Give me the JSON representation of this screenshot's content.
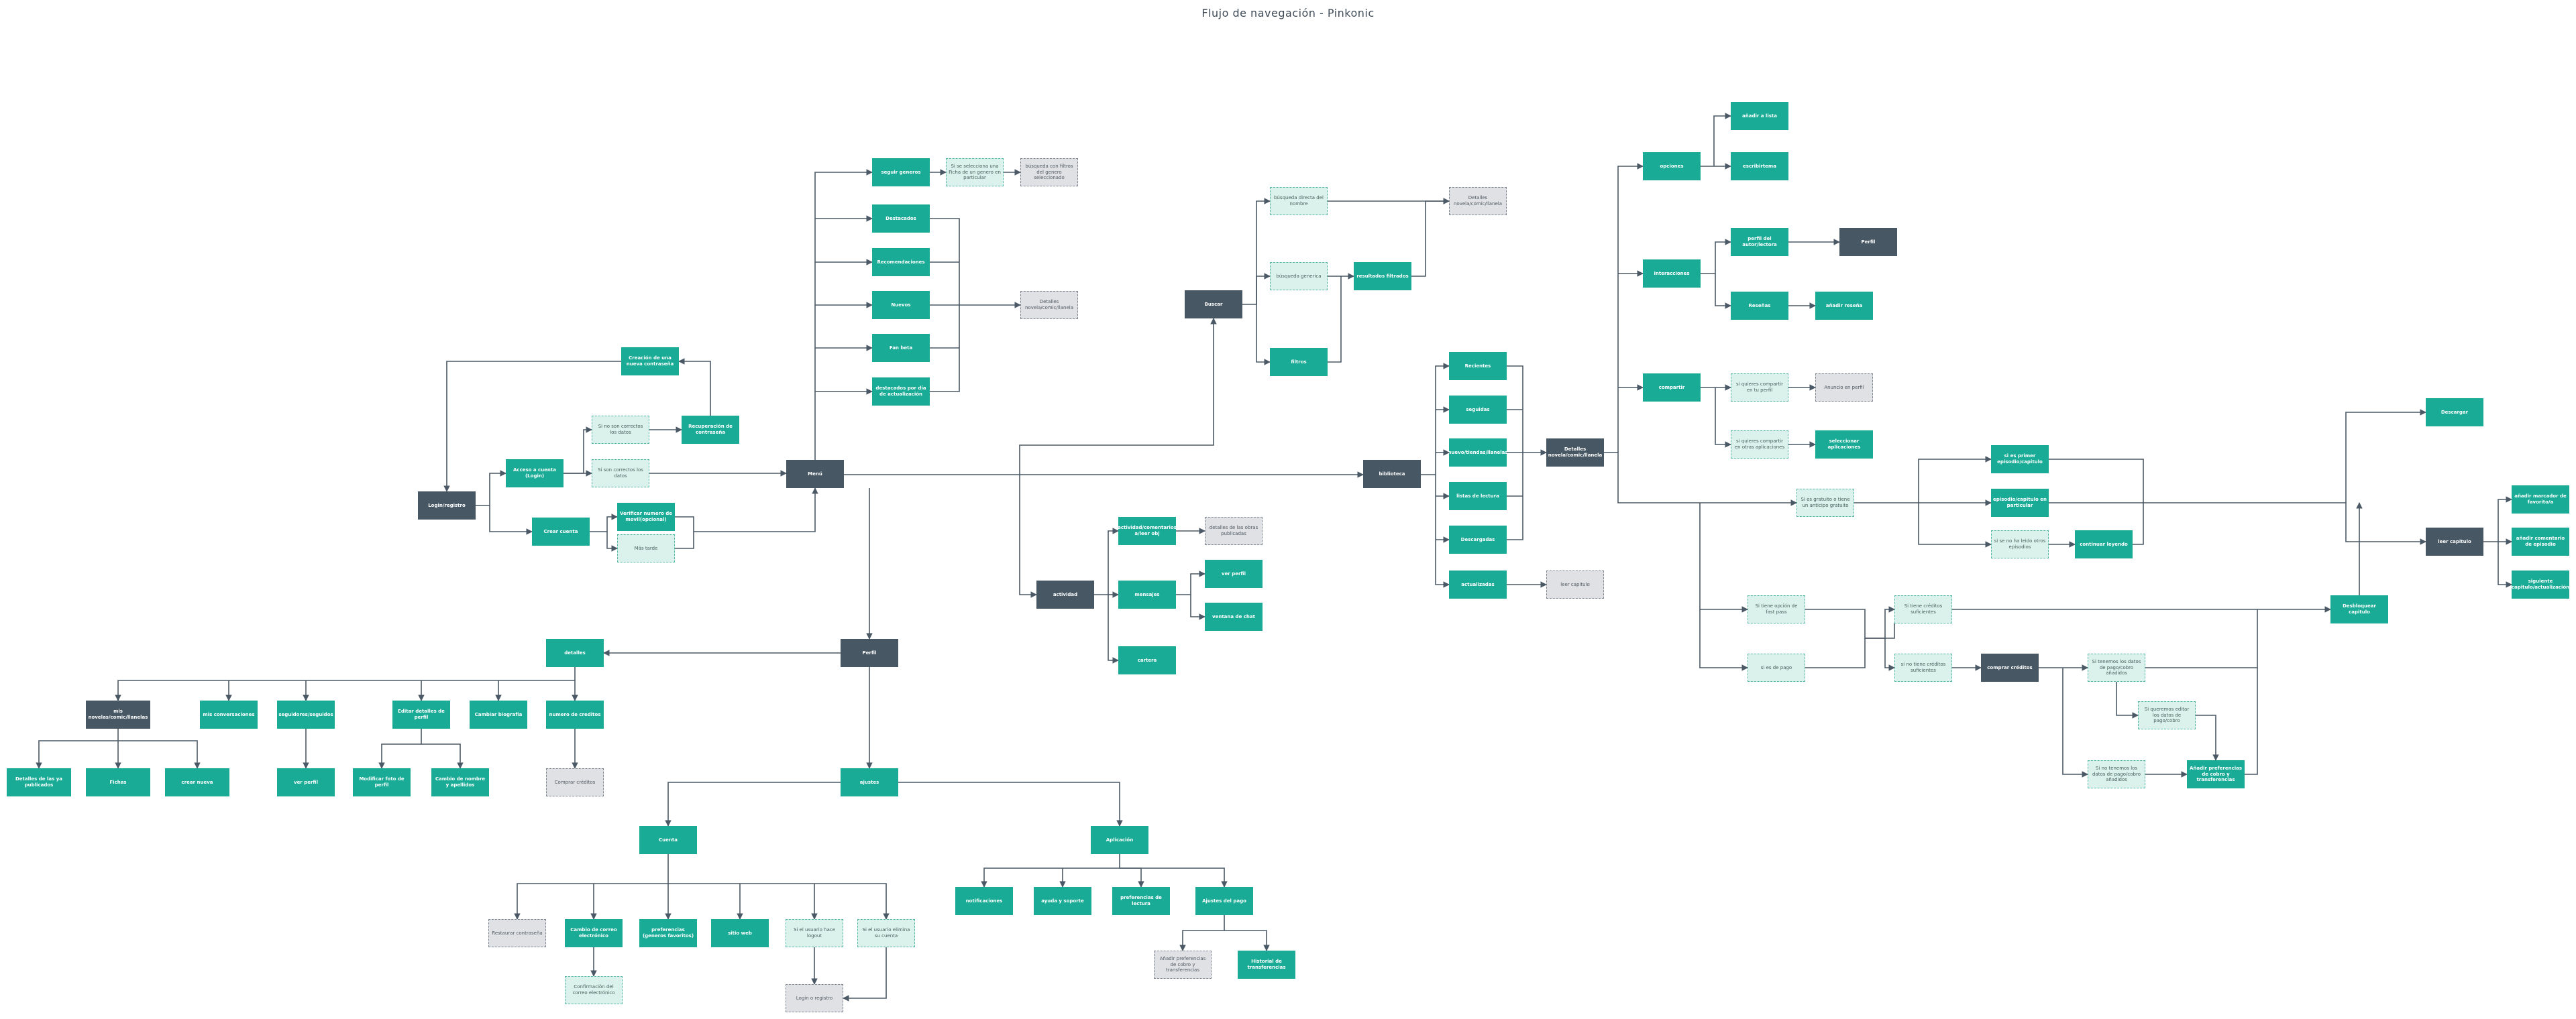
{
  "title": "Flujo de navegación - Pinkonic",
  "colors": {
    "teal": "#1aab97",
    "dark": "#475764",
    "light_teal": "#dbf1ec",
    "grey": "#dfe1e4",
    "edge": "#4b5865"
  },
  "nodes": {
    "logreg": "Login/registro",
    "crear_contra": "Creación de una nueva contraseña",
    "acceso": "Acceso a cuenta (Login)",
    "sinocorrecto": "Si no son correctos los datos",
    "recuperacion": "Recuperación de contraseña",
    "sicorrecto": "Si son correctos los datos",
    "crear_cuenta": "Crear cuenta",
    "verificar": "Verificar numero de movil(opcional)",
    "mastarde": "Más tarde",
    "menu": "Menú",
    "seguir_generos": "seguir generos",
    "si_selecciona": "Si se selecciona una Ficha de un genero en particular",
    "busqueda_filtros": "búsqueda con filtros del genero seleccionado",
    "destacados": "Destacados",
    "recomendaciones": "Recomendaciones",
    "nuevos": "Nuevos",
    "fan_beta": "Fan beta",
    "destacados_dia": "destacados por día de actualización",
    "detalles1": "Detalles novela/comic/llanela",
    "buscar": "Buscar",
    "busq_directa": "búsqueda directa del nombre",
    "busq_generica": "búsqueda generica",
    "filtros": "filtros",
    "resultados": "resultados filtrados",
    "detalles2": "Detalles novela/comic/llanela",
    "biblioteca": "biblioteca",
    "recientes": "Recientes",
    "seguidas": "seguidas",
    "nuevas_tiendas": "nuevo/tiendas/llanelas",
    "listas_lectura": "listas de lectura",
    "descargadas": "Descargadas",
    "actualizadas": "actualizadas",
    "leer_capitulo_b": "leer capitulo",
    "detalles_main": "Detalles novela/comic/llanela",
    "opciones": "opciones",
    "añadir_a_lista": "añadir a lista",
    "escribirtema": "escribirtema",
    "interacciones": "interacciones",
    "perfil_autor": "perfil del autor/lectora",
    "perfil_b": "Perfil",
    "reseñas": "Reseñas",
    "añadir_reseña": "añadir reseña",
    "compartir": "compartir",
    "si_compartir_perfil": "si quieres compartir en tu perfil",
    "anuncio_perfil": "Anuncio en perfil",
    "si_compartir_apps": "si quieres compartir en otras aplicaciones",
    "selec_apps": "seleccionar aplicaciones",
    "si_gratuito": "Si es gratuito o tiene un anticipo gratuito",
    "si_primer_cap": "si es primer episodio/capitulo",
    "episodio_part": "episodio/capitulo en particular",
    "si_no_todo": "si se no ha leido otros episodios",
    "continuar_leyendo": "continuar leyendo",
    "leer_capitulo_main": "leer capitulo",
    "descargar": "Descargar",
    "añadir_marcador": "añadir marcador de favorito/a",
    "añadir_comentario": "añadir comentario de episodio",
    "siguiente_cap": "siguiente capitulo/actualización",
    "desbloquear": "Desbloquear capitulo",
    "si_tiene_pase": "Si tiene opción de fast pass",
    "si_de_pago": "si es de pago",
    "si_creditos": "Si tiene créditos suficientes",
    "si_no_creditos": "si no tiene créditos suficientes",
    "comprar_creditos": "comprar créditos",
    "si_tenemos_datos": "Si tenemos los datos de pago/cobro añadidos",
    "si_queremos_editar": "Si queremos editar los datos de pago/cobro",
    "si_no_tenemos": "Si no tenemos los datos de pago/cobro añadidos",
    "añadir_pref": "Añadir preferencias de cobro y transferencias",
    "actividad": "actividad",
    "act_item": "actividad/comentarios a/leer obj",
    "detalles_obra": "detalles de las obras publicadas",
    "mensajes": "mensajes",
    "ver_perfil_a": "ver perfil",
    "ventana_chat": "ventana de chat",
    "cartera": "cartera",
    "perfil": "Perfil",
    "detalles": "detalles",
    "mis_novelas": "mis novelas/comic/llanelas",
    "mis_conversaciones": "mis conversaciones",
    "seguidores": "seguidores/seguidos",
    "editar_detalles": "Editar detalles de perfil",
    "cambiar_biografia": "Cambiar biografía",
    "numero_creditos": "numero de creditos",
    "detalles_publicados": "Detalles de las ya publicados",
    "fichas": "Fichas",
    "crear_nueva": "crear nueva",
    "ver_perfil_b": "ver perfil",
    "modificar_foto": "Modificar foto de perfil",
    "cambio_nombre": "Cambio de nombre y apellidos",
    "comprar_creditos_b": "Comprar créditos",
    "ajustes": "ajustes",
    "cuenta": "Cuenta",
    "aplicacion": "Aplicación",
    "restaurar": "Restaurar contraseña",
    "cambio_correo": "Cambio de correo electrónico",
    "preferencias_lectura": "preferencias (generos favoritos)",
    "ver_web": "sitio web",
    "si_usuario_cierra": "Si el usuario hace logout",
    "si_usuario_elimina": "Si el usuario elimina su cuenta",
    "confirmacion": "Confirmación del correo electrónico",
    "login_registro": "Login o registro",
    "notificaciones": "notificaciones",
    "ayuda": "ayuda y soporte",
    "pref_lectura": "preferencias de lectura",
    "ajustes_pago": "Ajustes del pago",
    "añadir_pref_b": "Añadir preferencias de cobro y transferencias",
    "historial": "Historial de transferencias"
  }
}
